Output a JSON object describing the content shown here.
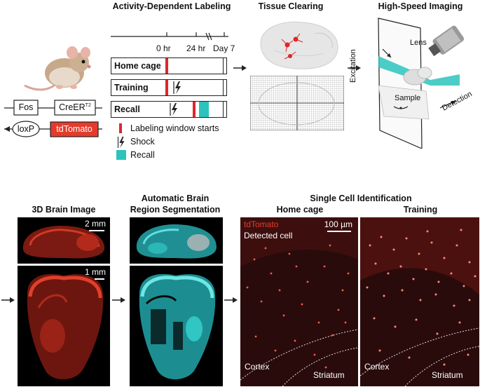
{
  "colors": {
    "red": "#e0262b",
    "teal": "#2cc3bd",
    "tdtomato": "#e43b2d",
    "panel_bg": "#000000"
  },
  "top": {
    "activity_title": "Activity-Dependent Labeling",
    "clearing_title": "Tissue Clearing",
    "imaging_title": "High-Speed Imaging",
    "timeline": {
      "ticks": [
        "0 hr",
        "24 hr",
        "Day 7"
      ],
      "rows": [
        "Home cage",
        "Training",
        "Recall"
      ]
    },
    "legend": {
      "labeling": "Labeling window starts",
      "shock": "Shock",
      "recall": "Recall"
    },
    "construct": {
      "fos": "Fos",
      "creer": "CreER",
      "creer_sup": "T2",
      "loxp": "loxP",
      "tdtomato": "tdTomato"
    },
    "imaging": {
      "lens": "Lens",
      "excitation": "Excitation",
      "sample": "Sample",
      "detection": "Detection"
    }
  },
  "bottom": {
    "brain_title": "3D Brain Image",
    "seg_title_line1": "Automatic Brain",
    "seg_title_line2": "Region Segmentation",
    "single_title": "Single Cell Identification",
    "home_title": "Home cage",
    "training_title": "Training",
    "scale_2mm": "2 mm",
    "scale_1mm": "1 mm",
    "scale_100um": "100 µm",
    "legend_tdtomato": "tdTomato",
    "legend_detected": "Detected cell",
    "cortex": "Cortex",
    "striatum": "Striatum"
  }
}
